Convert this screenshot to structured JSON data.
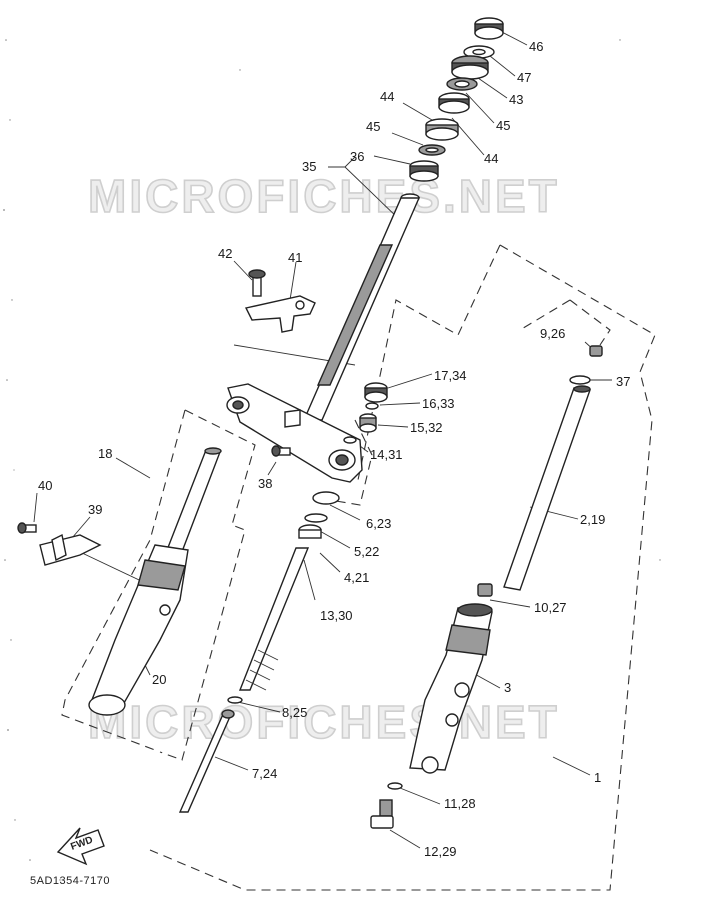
{
  "watermark": {
    "top_text": "MICROFICHES.NET",
    "bottom_text": "MICROFICHES.NET"
  },
  "callouts": [
    {
      "id": "c46",
      "label": "46"
    },
    {
      "id": "c47",
      "label": "47"
    },
    {
      "id": "c43",
      "label": "43"
    },
    {
      "id": "c45a",
      "label": "45"
    },
    {
      "id": "c44a",
      "label": "44"
    },
    {
      "id": "c44b",
      "label": "44"
    },
    {
      "id": "c45b",
      "label": "45"
    },
    {
      "id": "c36",
      "label": "36"
    },
    {
      "id": "c35",
      "label": "35"
    },
    {
      "id": "c42",
      "label": "42"
    },
    {
      "id": "c41",
      "label": "41"
    },
    {
      "id": "c926",
      "label": "9,26"
    },
    {
      "id": "c37",
      "label": "37"
    },
    {
      "id": "c1734",
      "label": "17,34"
    },
    {
      "id": "c1633",
      "label": "16,33"
    },
    {
      "id": "c1532",
      "label": "15,32"
    },
    {
      "id": "c1431",
      "label": "14,31"
    },
    {
      "id": "c18",
      "label": "18"
    },
    {
      "id": "c38",
      "label": "38"
    },
    {
      "id": "c40",
      "label": "40"
    },
    {
      "id": "c39",
      "label": "39"
    },
    {
      "id": "c623",
      "label": "6,23"
    },
    {
      "id": "c219",
      "label": "2,19"
    },
    {
      "id": "c522",
      "label": "5,22"
    },
    {
      "id": "c421",
      "label": "4,21"
    },
    {
      "id": "c1330",
      "label": "13,30"
    },
    {
      "id": "c1027",
      "label": "10,27"
    },
    {
      "id": "c20",
      "label": "20"
    },
    {
      "id": "c3",
      "label": "3"
    },
    {
      "id": "c825",
      "label": "8,25"
    },
    {
      "id": "c724",
      "label": "7,24"
    },
    {
      "id": "c1",
      "label": "1"
    },
    {
      "id": "c1128",
      "label": "11,28"
    },
    {
      "id": "c1229",
      "label": "12,29"
    }
  ],
  "fwd_label": "FWD",
  "diagram_code": "5AD1354-7170"
}
